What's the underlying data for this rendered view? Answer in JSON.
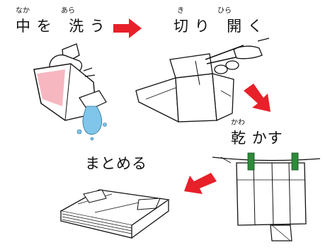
{
  "steps": [
    {
      "id": "wash",
      "segments": [
        {
          "text": "中",
          "ruby": "なか"
        },
        {
          "text": "を",
          "ruby": ""
        },
        {
          "text": "洗",
          "ruby": "あら"
        },
        {
          "text": "う",
          "ruby": ""
        }
      ]
    },
    {
      "id": "cut-open",
      "segments": [
        {
          "text": "切",
          "ruby": "き"
        },
        {
          "text": "り",
          "ruby": ""
        },
        {
          "text": "開",
          "ruby": "ひら"
        },
        {
          "text": "く",
          "ruby": ""
        }
      ]
    },
    {
      "id": "dry",
      "segments": [
        {
          "text": "乾",
          "ruby": "かわ"
        },
        {
          "text": "かす",
          "ruby": ""
        }
      ]
    },
    {
      "id": "gather",
      "segments": [
        {
          "text": "まとめる",
          "ruby": ""
        }
      ]
    }
  ],
  "colors": {
    "arrow": "#e8202a",
    "carton_tint": "#f7b7c1",
    "liquid": "#7fc6ea",
    "clothespin": "#2f8a3c",
    "line": "#111111"
  },
  "icons": [
    "arrow-right-icon",
    "arrow-down-right-icon",
    "arrow-down-left-icon",
    "scissors-icon",
    "clothespin-icon"
  ]
}
